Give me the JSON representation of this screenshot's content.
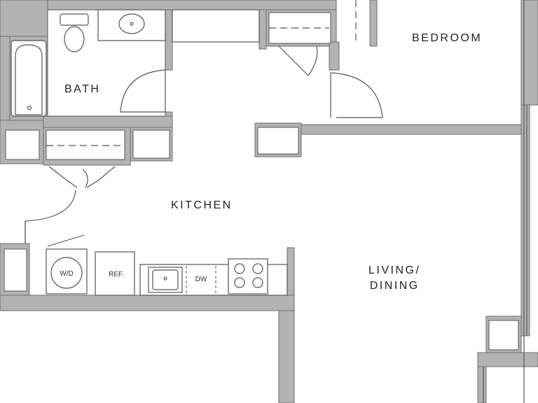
{
  "rooms": {
    "bedroom": "BEDROOM",
    "bath": "BATH",
    "kitchen": "KITCHEN",
    "living_line1": "LIVING/",
    "living_line2": "DINING"
  },
  "appliances": {
    "washer_dryer": "W/D",
    "refrigerator": "REF.",
    "dishwasher": "DW"
  },
  "colors": {
    "wall": "#b3b3b3",
    "wall_outline": "#6e6e6e",
    "line": "#555555",
    "background": "#ffffff"
  }
}
